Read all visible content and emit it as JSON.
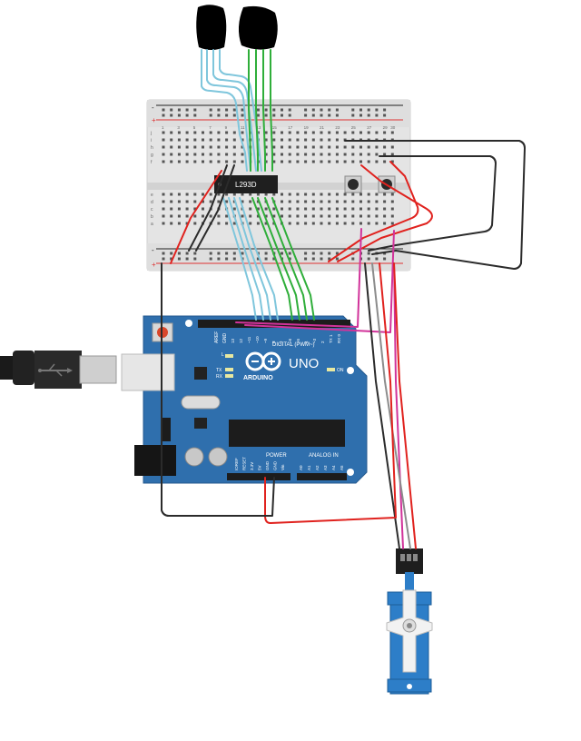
{
  "breadboard": {
    "top_numbers": [
      "1",
      "2",
      "3",
      "4",
      "5",
      "6",
      "7",
      "8",
      "9",
      "10",
      "11",
      "12",
      "13",
      "14",
      "15",
      "16",
      "17",
      "18",
      "19",
      "20",
      "21",
      "22",
      "23",
      "24",
      "25",
      "26",
      "27",
      "28",
      "29",
      "30"
    ],
    "row_letters_top": [
      "j",
      "i",
      "h",
      "g",
      "f"
    ],
    "row_letters_bottom": [
      "e",
      "d",
      "c",
      "b",
      "a"
    ],
    "plus": "+",
    "minus": "-"
  },
  "chip": {
    "label": "L293D"
  },
  "arduino": {
    "logo": "ARDUINO",
    "model": "UNO",
    "digital_label": "DIGITAL (PWM~)",
    "power_label": "POWER",
    "analog_label": "ANALOG IN",
    "aref": "AREF",
    "gnd": "GND",
    "pins_top": [
      "13",
      "12",
      "~11",
      "~10",
      "~9",
      "8",
      "7",
      "~6",
      "~5",
      "4",
      "~3",
      "2",
      "TX 1",
      "RX 0"
    ],
    "pins_power": [
      "IOREF",
      "RESET",
      "3.3V",
      "5V",
      "GND",
      "GND",
      "Vin"
    ],
    "pins_analog": [
      "A0",
      "A1",
      "A2",
      "A3",
      "A4",
      "A5"
    ],
    "led_l": "L",
    "led_tx": "TX",
    "led_rx": "RX",
    "on": "ON"
  },
  "colors": {
    "board": "#2f6fad",
    "breadboard": "#e8e8e8",
    "wire_blue": "#7fc6dc",
    "wire_green": "#2fae3a",
    "wire_red": "#e0221e",
    "wire_black": "#2b2b2b",
    "wire_magenta": "#d1339a",
    "wire_gray": "#8c8c8c",
    "servo": "#2d7ec8"
  }
}
